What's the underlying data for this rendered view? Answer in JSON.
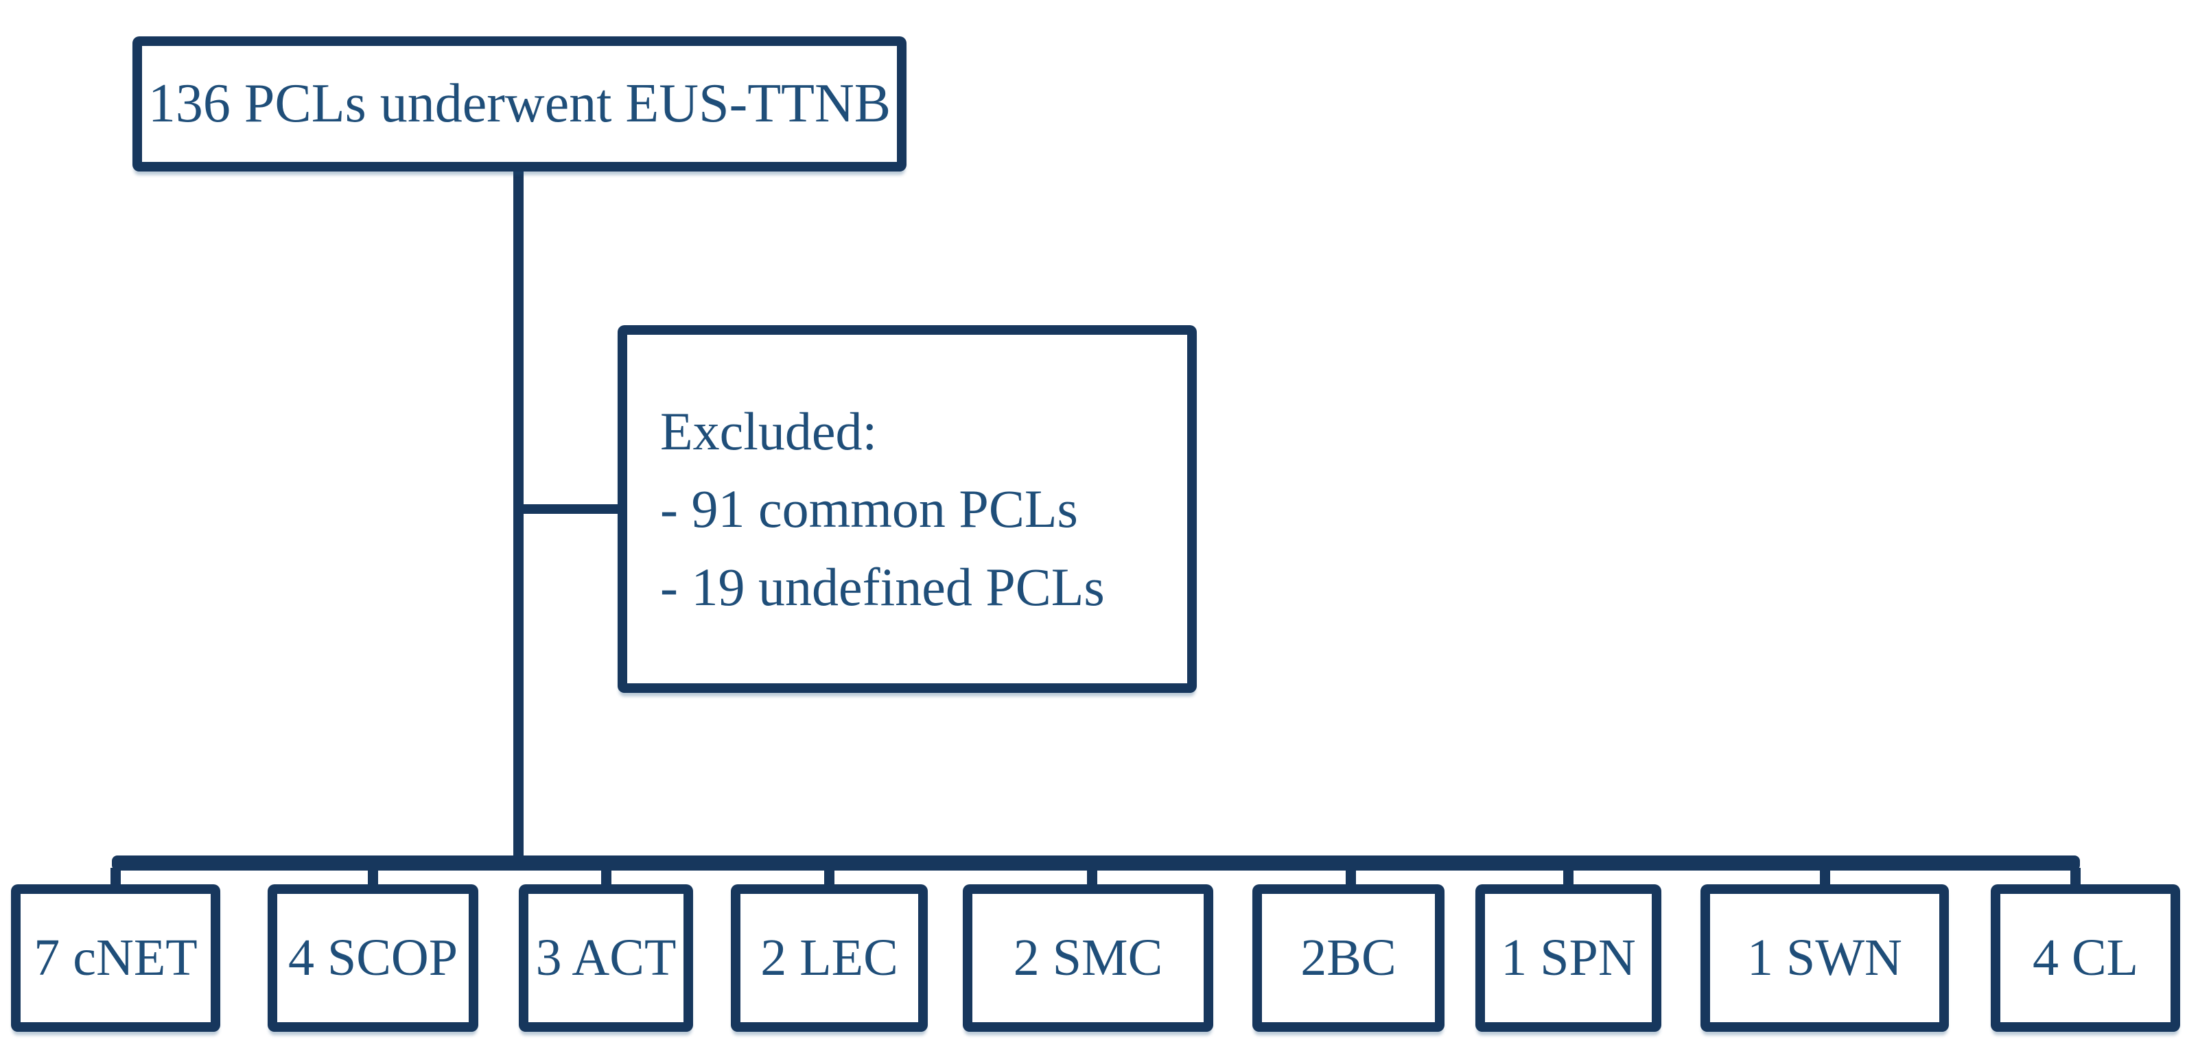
{
  "flowchart": {
    "root": {
      "label": "136 PCLs underwent EUS-TTNB"
    },
    "excluded": {
      "title": "Excluded:",
      "items": [
        "- 91 common PCLs",
        "- 19 undefined PCLs"
      ]
    },
    "outcomes": [
      {
        "label": "7 cNET"
      },
      {
        "label": "4 SCOP"
      },
      {
        "label": "3 ACT"
      },
      {
        "label": "2 LEC"
      },
      {
        "label": "2 SMC"
      },
      {
        "label": "2BC"
      },
      {
        "label": "1 SPN"
      },
      {
        "label": "1 SWN"
      },
      {
        "label": "4 CL"
      }
    ],
    "colors": {
      "line": "#17375D",
      "text": "#1F4E79",
      "background": "#FFFFFF"
    }
  }
}
